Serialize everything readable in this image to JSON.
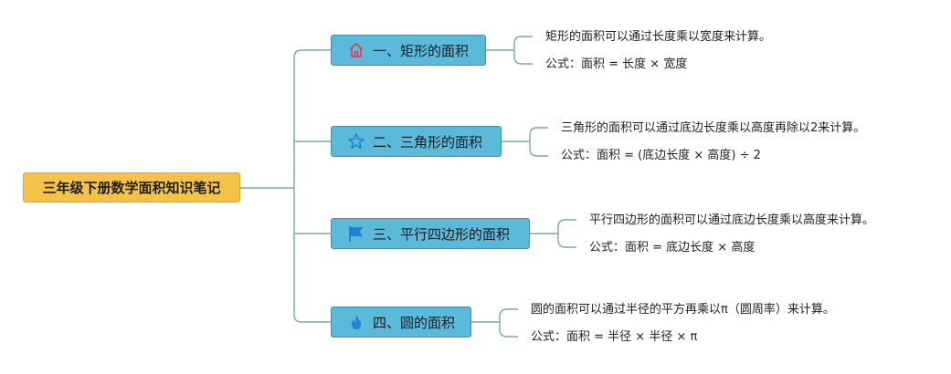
{
  "root": {
    "label": "三年级下册数学面积知识笔记"
  },
  "branches": [
    {
      "label": "一、矩形的面积",
      "icon": "house-icon",
      "icon_color": "#d9455f",
      "details": [
        "矩形的面积可以通过长度乘以宽度来计算。",
        "公式：面积 = 长度 × 宽度"
      ]
    },
    {
      "label": "二、三角形的面积",
      "icon": "star-icon",
      "icon_color": "#1f82d6",
      "details": [
        "三角形的面积可以通过底边长度乘以高度再除以2来计算。",
        "公式：面积 = (底边长度 × 高度) ÷ 2"
      ]
    },
    {
      "label": "三、平行四边形的面积",
      "icon": "flag-icon",
      "icon_color": "#1f82d6",
      "details": [
        "平行四边形的面积可以通过底边长度乘以高度来计算。",
        "公式：面积 = 底边长度 × 高度"
      ]
    },
    {
      "label": "四、圆的面积",
      "icon": "flame-icon",
      "icon_color": "#1f82d6",
      "details": [
        "圆的面积可以通过半径的平方再乘以π（圆周率）来计算。",
        "公式：面积 = 半径 × 半径 × π"
      ]
    }
  ]
}
